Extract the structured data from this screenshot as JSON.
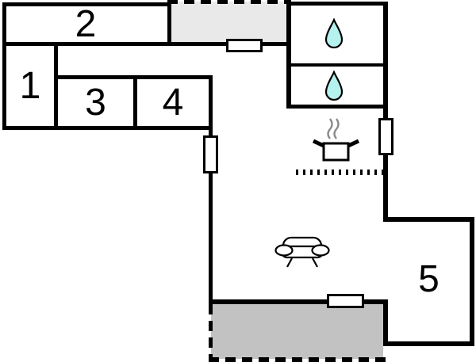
{
  "floor_plan": {
    "rooms": [
      {
        "name": "room-1",
        "label": "1"
      },
      {
        "name": "room-2",
        "label": "2"
      },
      {
        "name": "room-3",
        "label": "3"
      },
      {
        "name": "room-4",
        "label": "4"
      },
      {
        "name": "room-5",
        "label": "5"
      }
    ],
    "areas": [
      {
        "name": "balcony-top",
        "style": "hatched-light-gray-dashed-edge"
      },
      {
        "name": "terrace-bottom",
        "style": "gray-dashed-edge"
      },
      {
        "name": "bathroom-1",
        "icon": "water-drop-icon"
      },
      {
        "name": "bathroom-2",
        "icon": "water-drop-icon"
      },
      {
        "name": "kitchen",
        "icon": "cooking-pot-icon"
      },
      {
        "name": "living-area",
        "icon": "sofa-icon"
      }
    ],
    "icons": [
      {
        "name": "water-drop-icon"
      },
      {
        "name": "water-drop-icon"
      },
      {
        "name": "cooking-pot-icon"
      },
      {
        "name": "sofa-icon"
      }
    ],
    "colors": {
      "wall": "#000000",
      "background": "#ffffff",
      "balcony_fill": "#e9e9e9",
      "terrace_fill": "#c2c2c2",
      "water_drop_fill": "#b5f1ee",
      "steam_stroke": "#8a8a8a"
    }
  }
}
